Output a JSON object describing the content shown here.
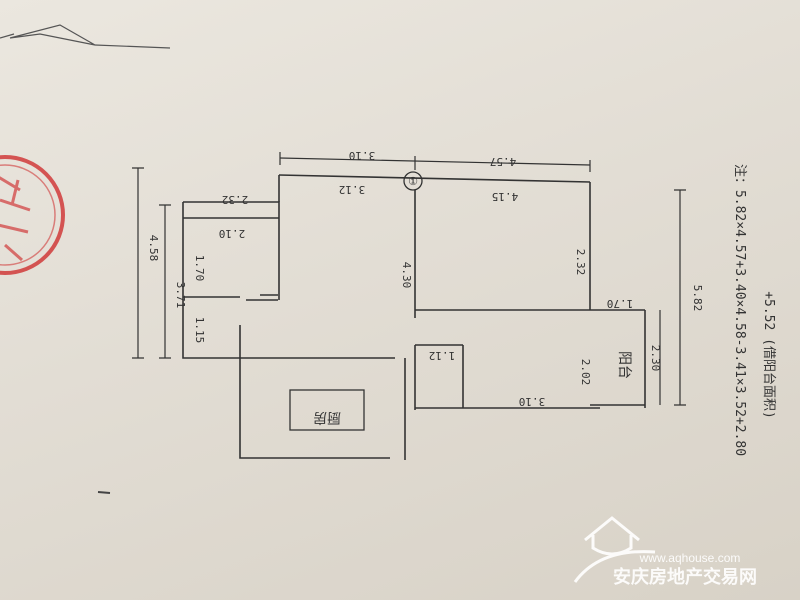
{
  "plan": {
    "dimensions": {
      "top_left": "3.10",
      "top_right": "4.57",
      "inner_top": "3.12",
      "room_top_right": "4.15",
      "step_top": "2.32",
      "alcove_top": "2.10",
      "overall_left": "4.58",
      "left_upper": "3.71",
      "left_seg_a": "1.70",
      "left_seg_b": "1.15",
      "center_height": "4.30",
      "right_inner_height": "2.32",
      "balcony_width_top": "1.70",
      "balcony_height": "2.30",
      "overall_right": "5.82",
      "small_box": "1.12",
      "balcony_inner_height": "2.02",
      "balcony_inner_width": "3.10",
      "marker": "①"
    },
    "rooms": {
      "balcony_label": "阳台",
      "kitchen_label": "厨房"
    },
    "note_line_1": "注：5.82×4.57+3.40×4.58-3.41×3.52+2.80",
    "note_line_2": "+5.52 (借阳台面积)"
  },
  "watermark": {
    "url": "www.aqhouse.com",
    "name": "安庆房地产交易网",
    "icon": "house-icon"
  },
  "stamp": {
    "color": "#d03a3a"
  }
}
